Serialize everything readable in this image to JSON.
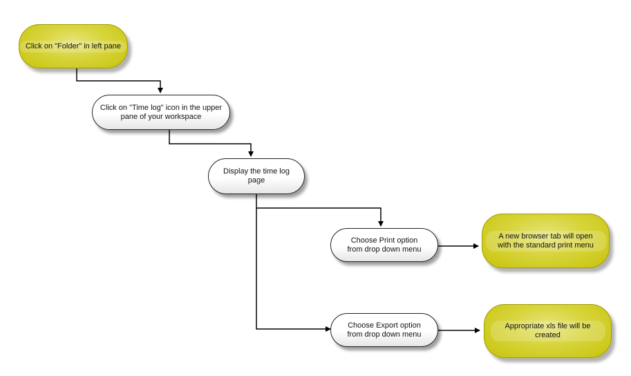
{
  "nodes": {
    "start": "Click on \"Folder\" in left pane",
    "timelog_icon": "Click on \"Time log\" icon in the upper pane of your workspace",
    "display_page": "Display the time log page",
    "print_option": "Choose Print option from drop down menu",
    "print_result": "A new browser tab will open with the standard print menu",
    "export_option": "Choose Export option from drop down menu",
    "export_result": "Appropriate xls file will be created"
  },
  "colors": {
    "terminal_fill": "#d7d43b",
    "terminal_border": "#a09d00",
    "step_fill": "#ffffff",
    "connector": "#000000"
  }
}
